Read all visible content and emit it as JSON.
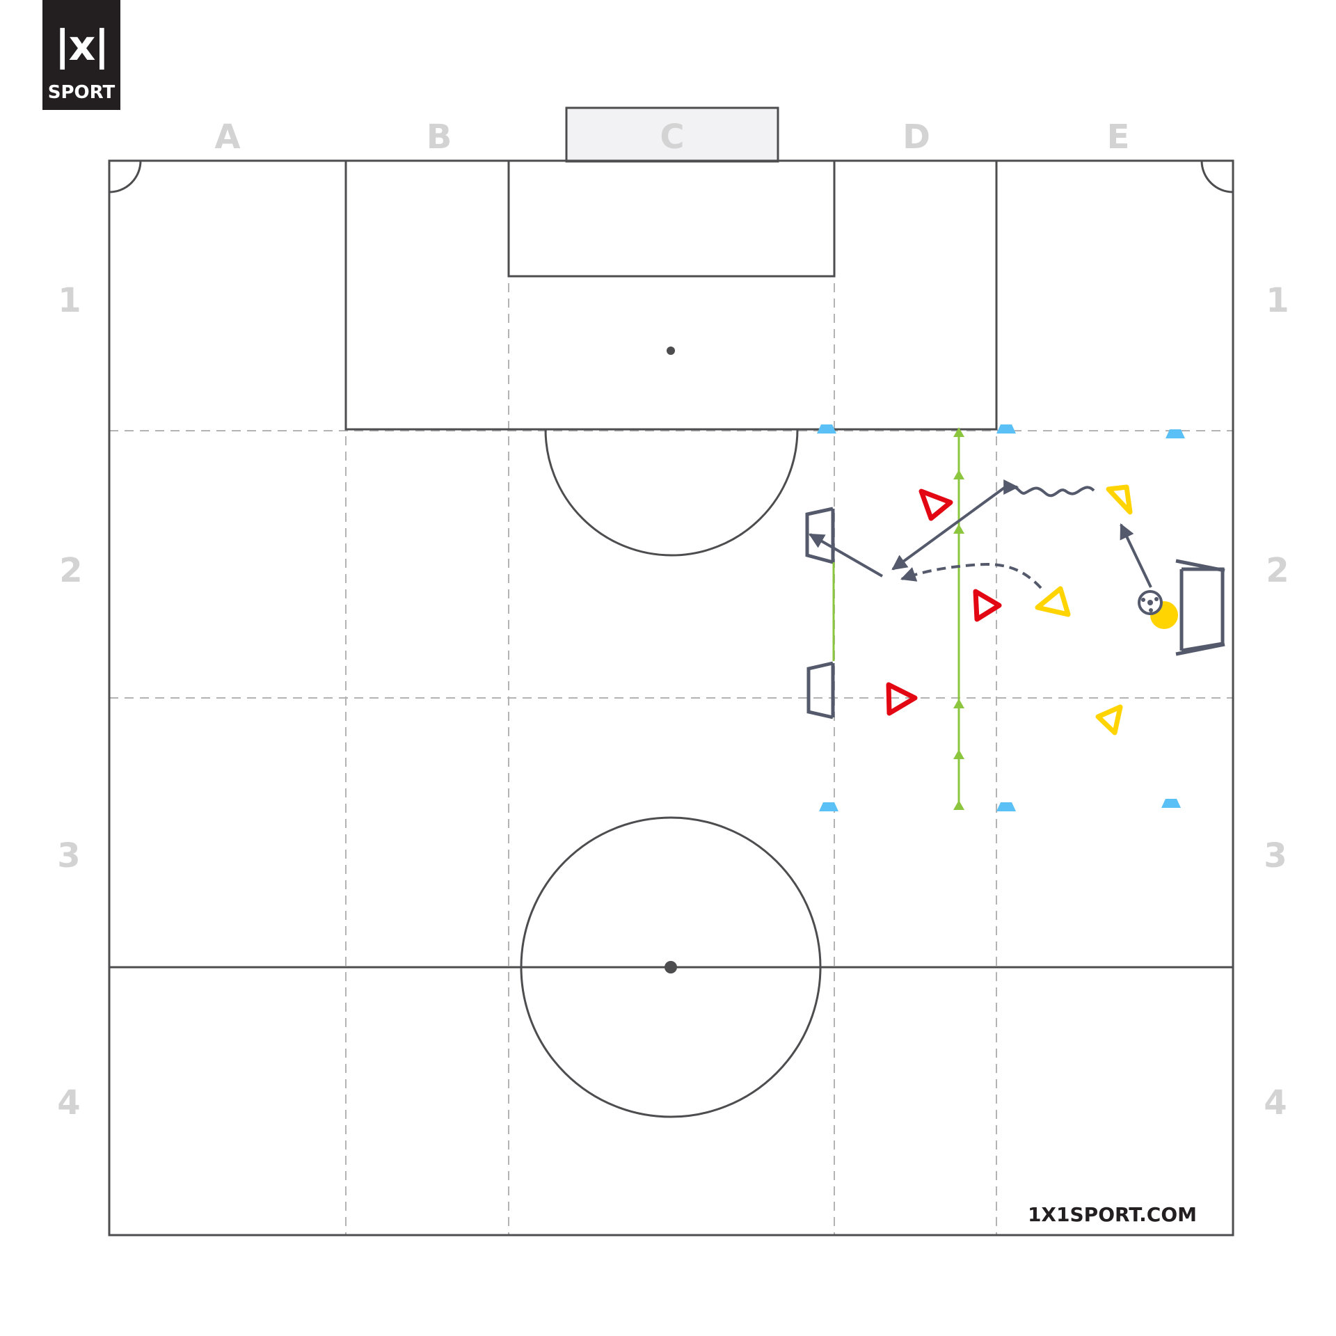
{
  "logo": {
    "mark": "|x|",
    "word": "SPORT"
  },
  "columns": [
    "A",
    "B",
    "C",
    "D",
    "E"
  ],
  "rows": [
    "1",
    "2",
    "3",
    "4"
  ],
  "website": "1X1SPORT.COM",
  "colors": {
    "pitch_line": "#4d4d4f",
    "grid_label": "#d3d3d3",
    "grid_dash": "#b3b3b3",
    "goal_box_fill": "#f2f2f4",
    "cone": "#5bc0f6",
    "zone_line": "#8cc63f",
    "red_player": "#e30613",
    "yellow_player": "#ffd400",
    "ball": "#ffd400",
    "movement": "#545a6b"
  },
  "icons": {
    "cone": "cone-icon",
    "mini_goal": "mini-goal-icon",
    "ball": "ball-icon",
    "red_player": "red-player-icon",
    "yellow_player": "yellow-player-icon"
  }
}
